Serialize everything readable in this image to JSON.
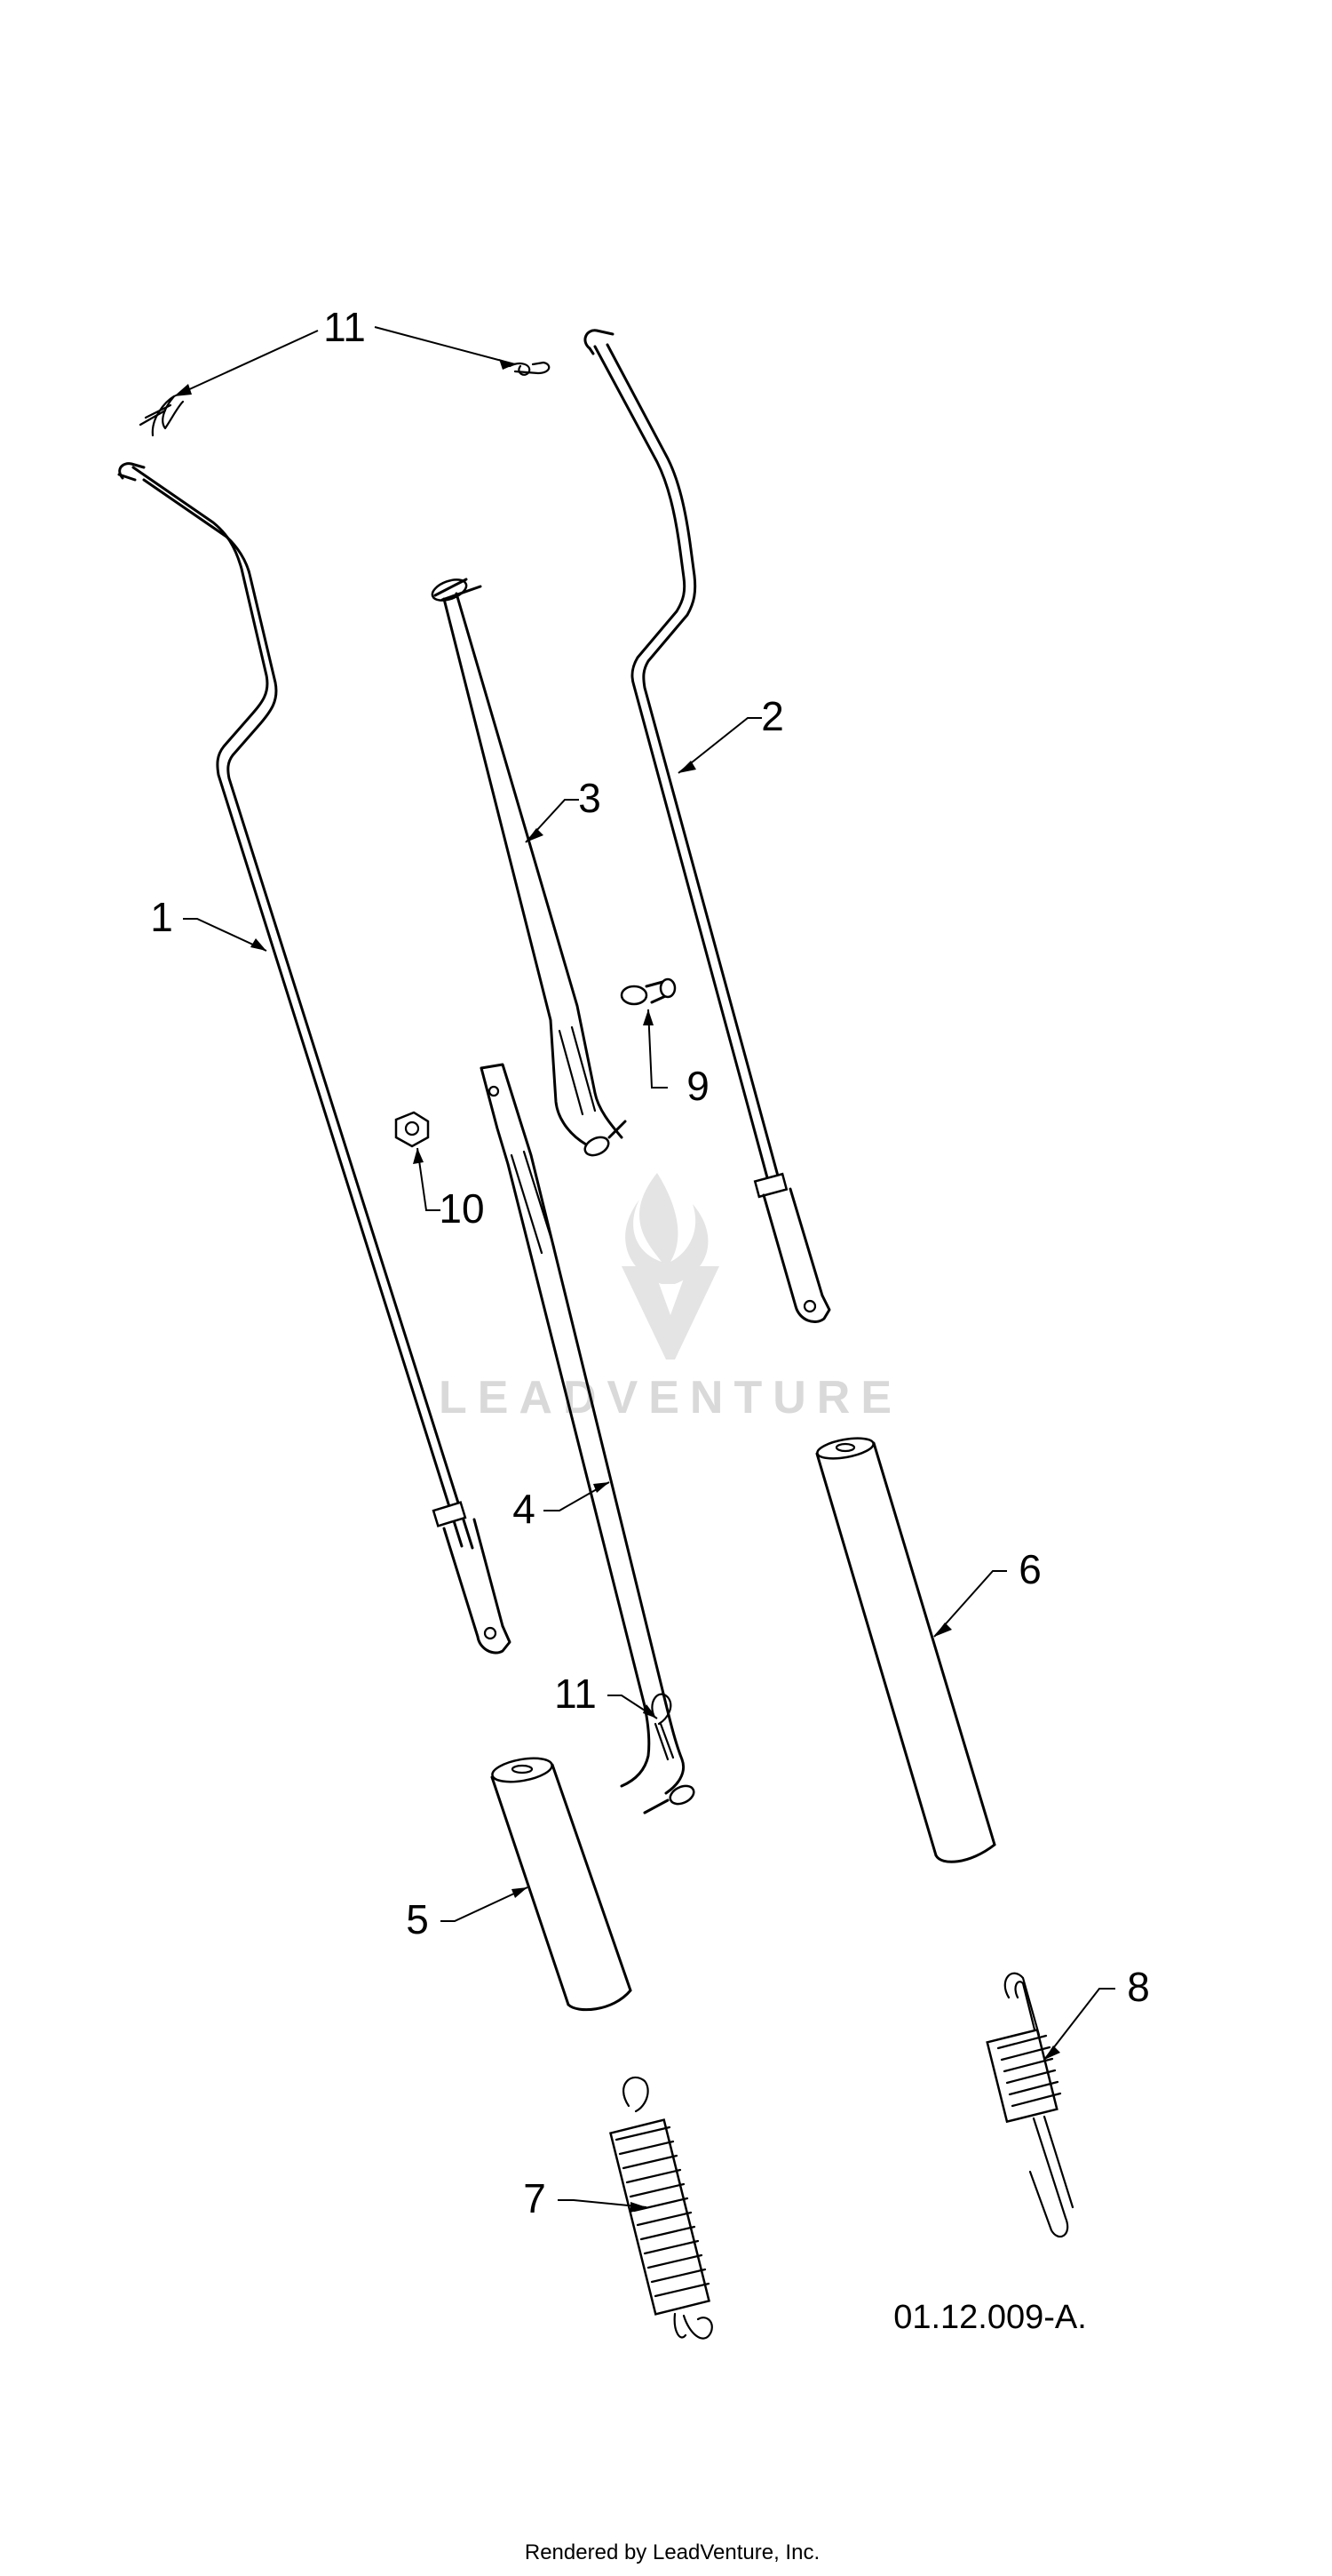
{
  "diagram": {
    "callouts": [
      {
        "id": "11a",
        "label": "11"
      },
      {
        "id": "2",
        "label": "2"
      },
      {
        "id": "3",
        "label": "3"
      },
      {
        "id": "1",
        "label": "1"
      },
      {
        "id": "9",
        "label": "9"
      },
      {
        "id": "10",
        "label": "10"
      },
      {
        "id": "4",
        "label": "4"
      },
      {
        "id": "6",
        "label": "6"
      },
      {
        "id": "11b",
        "label": "11"
      },
      {
        "id": "5",
        "label": "5"
      },
      {
        "id": "8",
        "label": "8"
      },
      {
        "id": "7",
        "label": "7"
      }
    ],
    "drawing_code": "01.12.009-A.",
    "watermark": "LEADVENTURE",
    "footer": "Rendered by LeadVenture, Inc."
  }
}
